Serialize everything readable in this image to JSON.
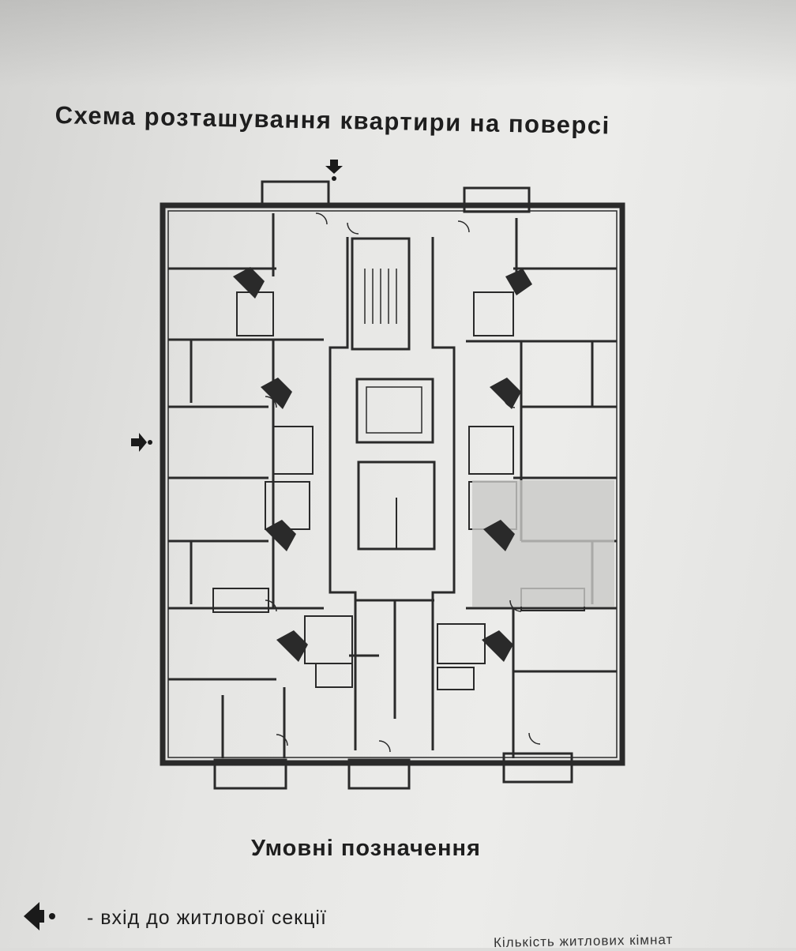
{
  "title": "Схема розташування квартири на поверсі",
  "legend": {
    "title": "Умовні позначення",
    "entrance_label": "- вхід до житлової секції",
    "entrance_icon": "entrance-arrow-icon"
  },
  "cutoff_text": "Кількість житлових кімнат"
}
